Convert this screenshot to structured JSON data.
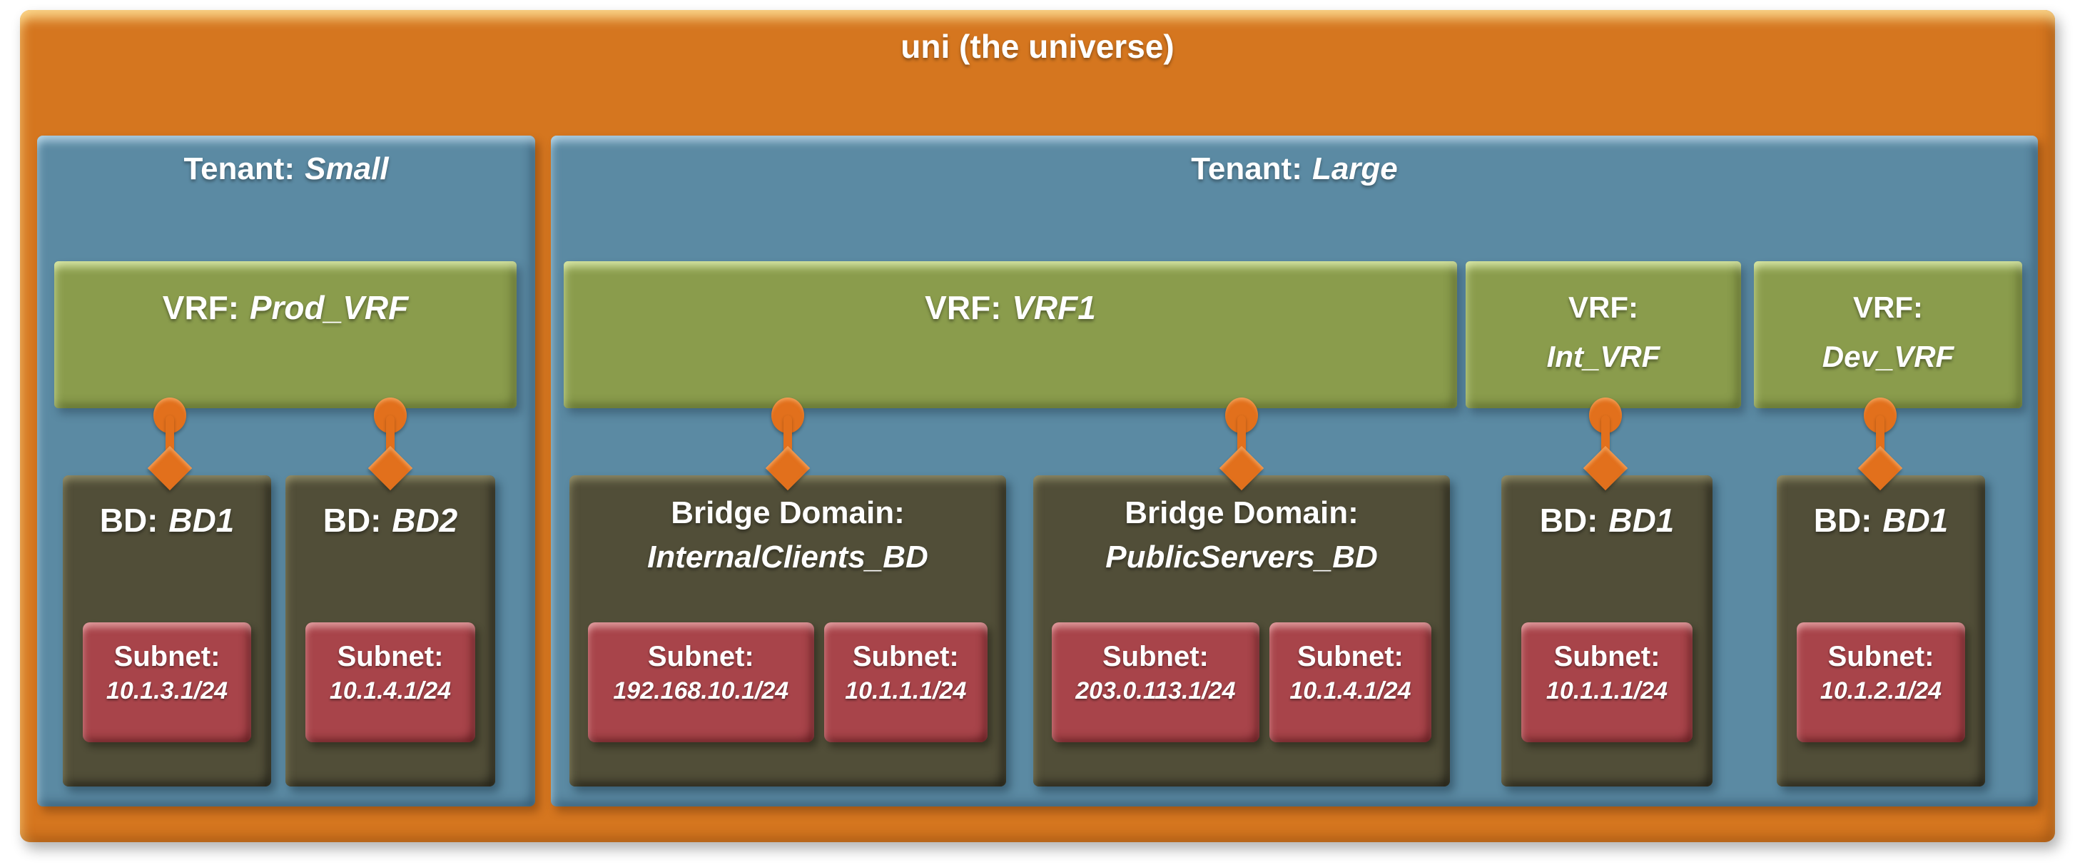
{
  "title": "uni (the universe)",
  "colors": {
    "uni_orange": "#d5761f",
    "tenant_blue": "#5b8aa3",
    "vrf_green": "#8a9c4c",
    "bd_olive": "#514e38",
    "subnet_maroon": "#a8444a",
    "connector_orange": "#e2701c",
    "text": "#ffffff"
  },
  "tenants": [
    {
      "label_prefix": "Tenant:",
      "name": "Small",
      "vrfs": [
        {
          "label_prefix": "VRF:",
          "name": "Prod_VRF",
          "bds": [
            {
              "label_prefix": "BD:",
              "name": "BD1",
              "subnets": [
                {
                  "label": "Subnet:",
                  "ip": "10.1.3.1/24"
                }
              ]
            },
            {
              "label_prefix": "BD:",
              "name": "BD2",
              "subnets": [
                {
                  "label": "Subnet:",
                  "ip": "10.1.4.1/24"
                }
              ]
            }
          ]
        }
      ]
    },
    {
      "label_prefix": "Tenant:",
      "name": "Large",
      "vrfs": [
        {
          "label_prefix": "VRF:",
          "name": "VRF1",
          "bds": [
            {
              "label_prefix": "Bridge Domain:",
              "name": "InternalClients_BD",
              "subnets": [
                {
                  "label": "Subnet:",
                  "ip": "192.168.10.1/24"
                },
                {
                  "label": "Subnet:",
                  "ip": "10.1.1.1/24"
                }
              ]
            },
            {
              "label_prefix": "Bridge Domain:",
              "name": "PublicServers_BD",
              "subnets": [
                {
                  "label": "Subnet:",
                  "ip": "203.0.113.1/24"
                },
                {
                  "label": "Subnet:",
                  "ip": "10.1.4.1/24"
                }
              ]
            }
          ]
        },
        {
          "label_prefix": "VRF:",
          "name": "Int_VRF",
          "bds": [
            {
              "label_prefix": "BD:",
              "name": "BD1",
              "subnets": [
                {
                  "label": "Subnet:",
                  "ip": "10.1.1.1/24"
                }
              ]
            }
          ]
        },
        {
          "label_prefix": "VRF:",
          "name": "Dev_VRF",
          "bds": [
            {
              "label_prefix": "BD:",
              "name": "BD1",
              "subnets": [
                {
                  "label": "Subnet:",
                  "ip": "10.1.2.1/24"
                }
              ]
            }
          ]
        }
      ]
    }
  ]
}
